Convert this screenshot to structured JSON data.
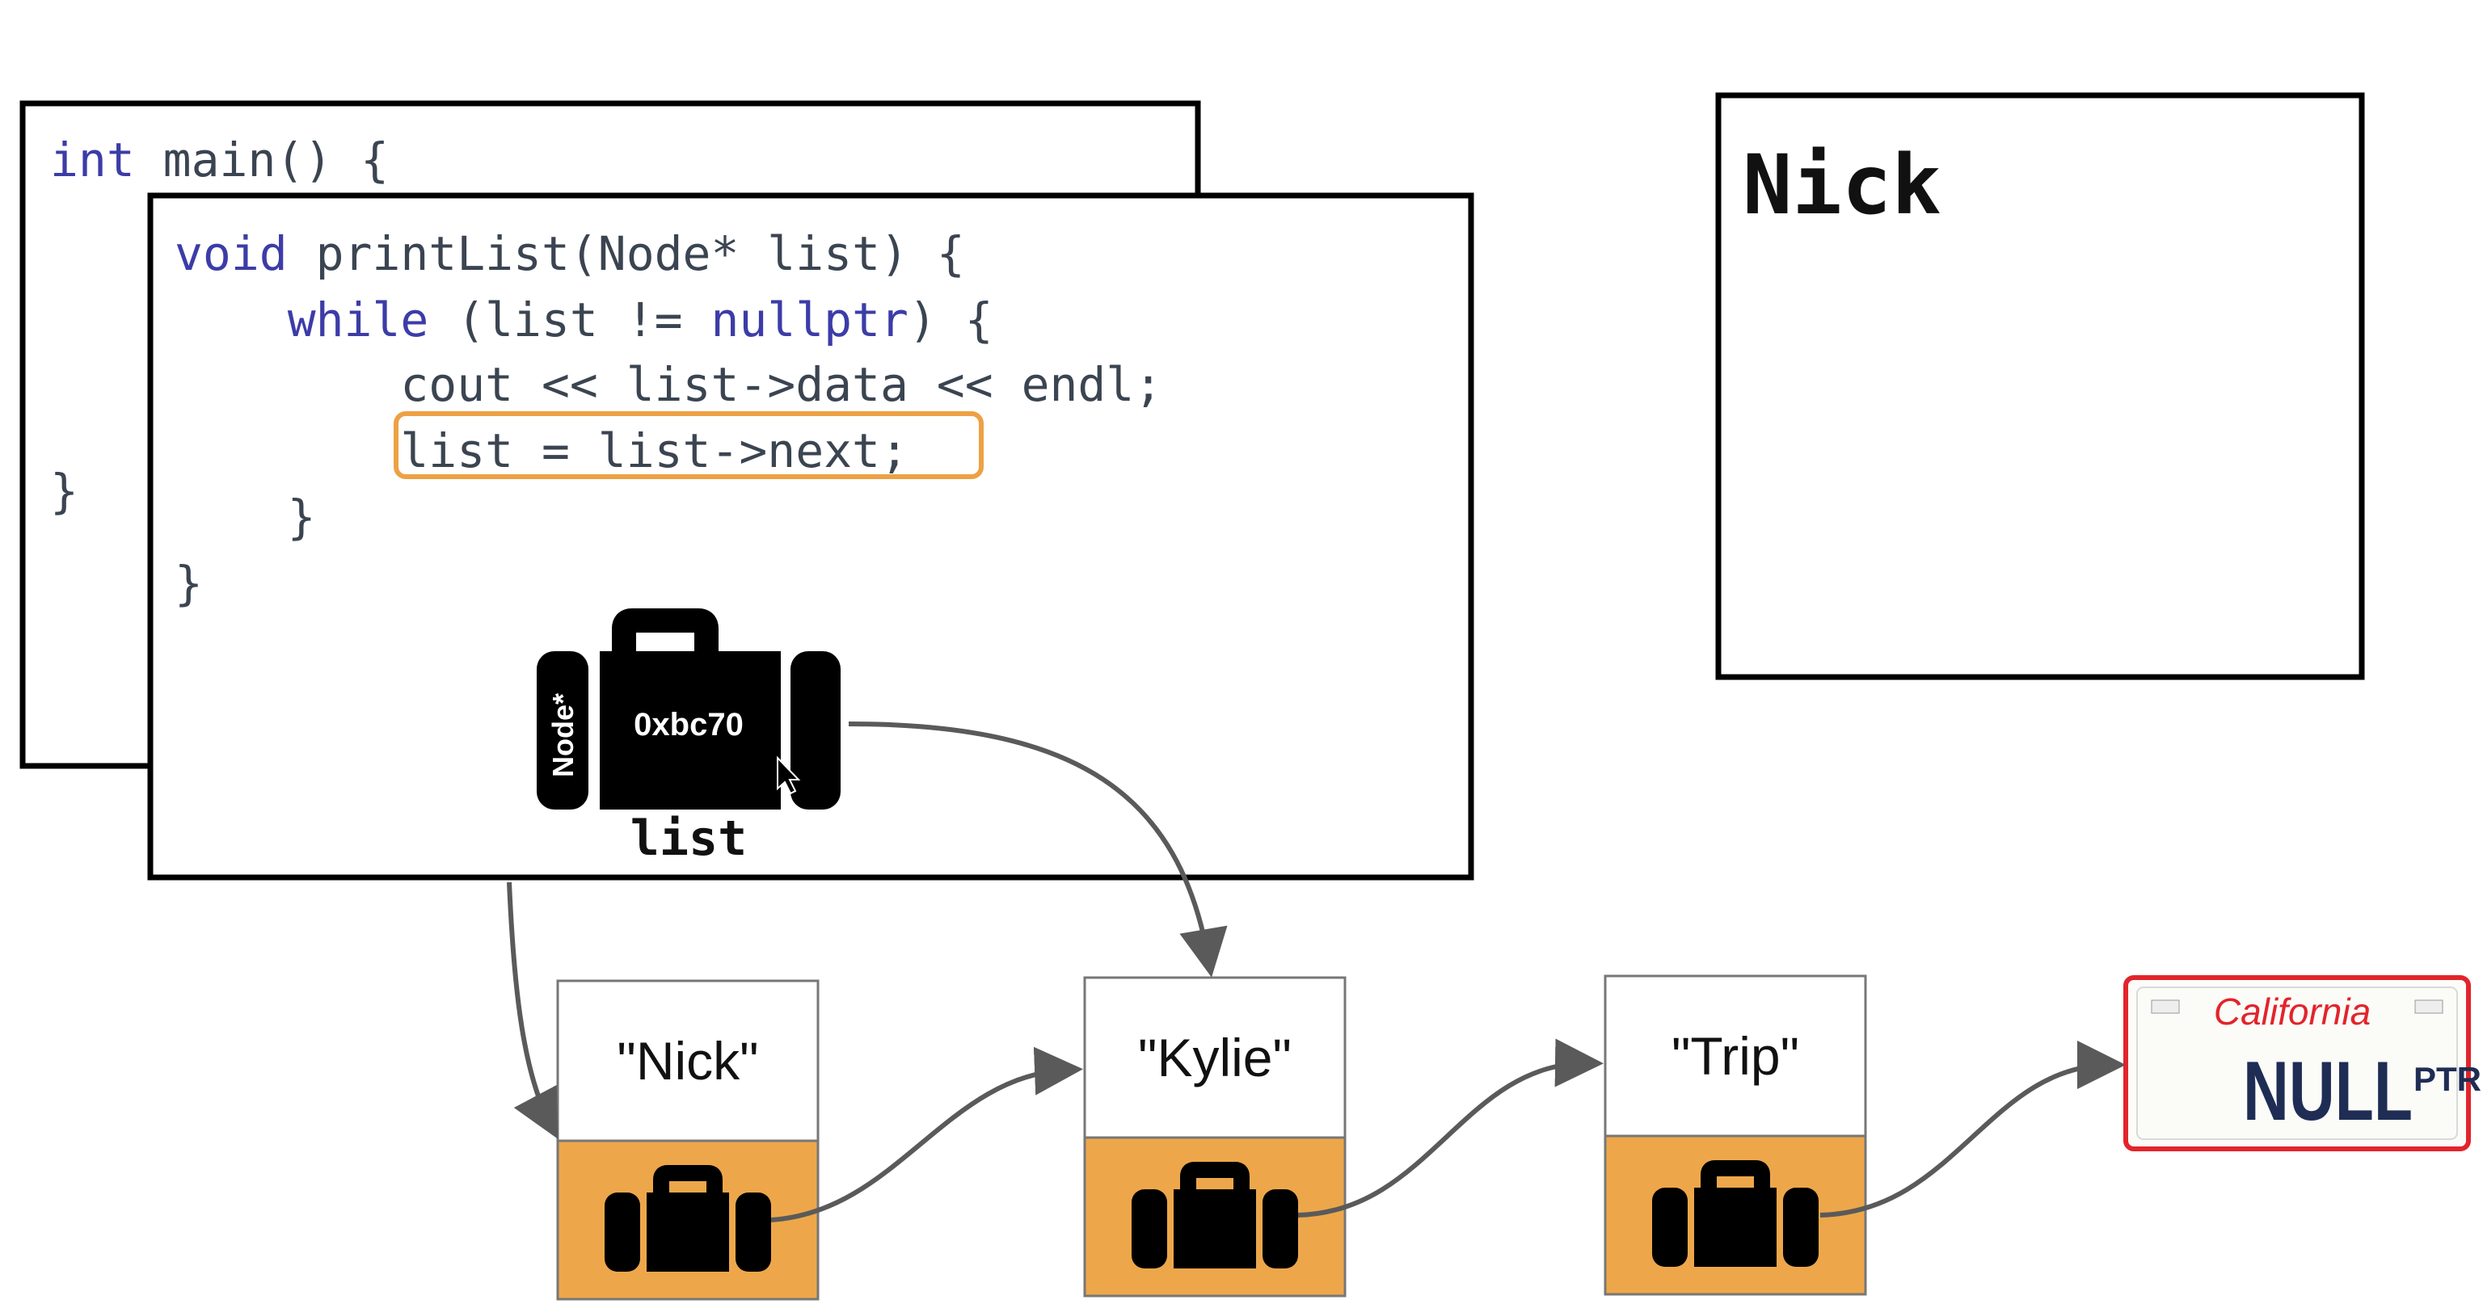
{
  "main_frame": {
    "lines": [
      [
        {
          "t": "int",
          "kw": true
        },
        {
          "t": " main() {",
          "kw": false
        }
      ],
      [
        {
          "t": "}",
          "kw": false
        }
      ]
    ]
  },
  "print_frame": {
    "lines": [
      [
        {
          "t": "void",
          "kw": true
        },
        {
          "t": " printList(Node* list) {",
          "kw": false
        }
      ],
      [
        {
          "t": "    ",
          "kw": false
        },
        {
          "t": "while",
          "kw": true
        },
        {
          "t": " (list != ",
          "kw": false
        },
        {
          "t": "nullptr",
          "kw": true
        },
        {
          "t": ") {",
          "kw": false
        }
      ],
      [
        {
          "t": "        cout << list->data << endl;",
          "kw": false
        }
      ],
      [
        {
          "t": "        list = list->next;",
          "kw": false
        }
      ],
      [
        {
          "t": "    }",
          "kw": false
        }
      ],
      [
        {
          "t": "}",
          "kw": false
        }
      ]
    ],
    "highlighted_line": "list = list->next;"
  },
  "pointer_variable": {
    "type_label": "Node*",
    "address": "0xbc70",
    "name": "list"
  },
  "output_box": {
    "text": "Nick"
  },
  "linked_list": {
    "nodes": [
      {
        "data": "\"Nick\""
      },
      {
        "data": "\"Kylie\""
      },
      {
        "data": "\"Trip\""
      }
    ],
    "terminator": {
      "plate_state": "California",
      "plate_main": "NULL",
      "plate_suffix": "PTR"
    }
  },
  "colors": {
    "keyword": "#3c3ca8",
    "code_text": "#3b4451",
    "highlight_border": "#eda144",
    "node_fill": "#eda74a",
    "arrow": "#5a5a5a",
    "plate_red": "#e2242b",
    "plate_navy": "#1f2d55"
  }
}
